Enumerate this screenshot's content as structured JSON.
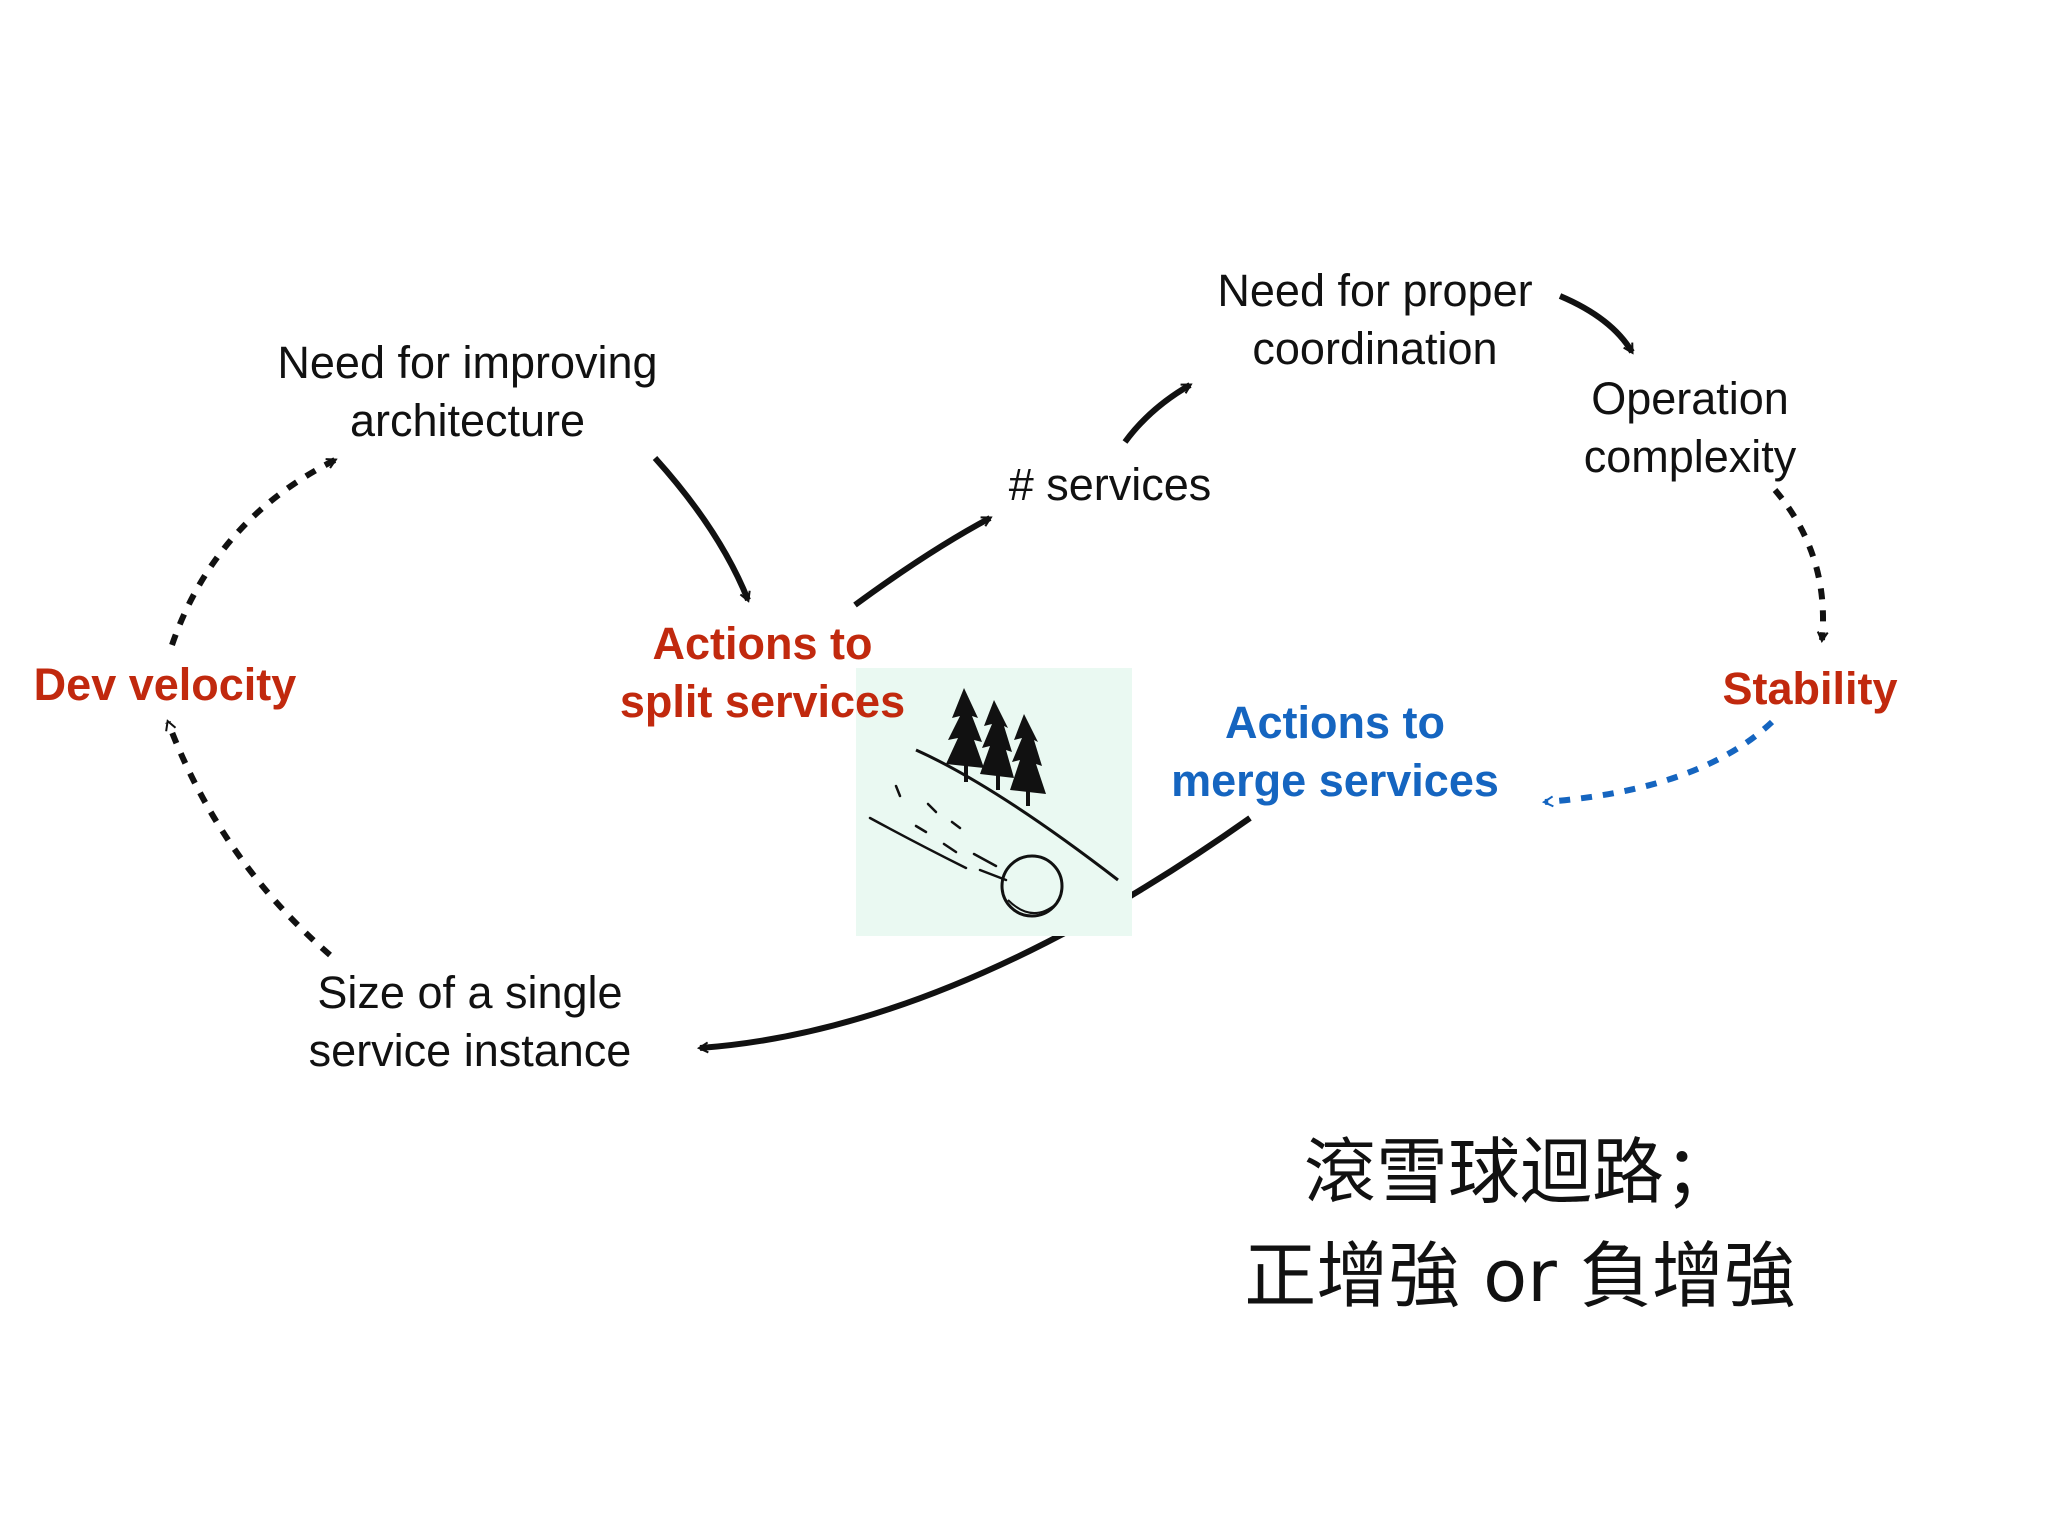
{
  "nodes": {
    "need_improving": [
      "Need for improving",
      "architecture"
    ],
    "actions_split": [
      "Actions to",
      "split services"
    ],
    "num_services": "# services",
    "need_coordination": [
      "Need for proper",
      "coordination"
    ],
    "operation_complexity": [
      "Operation",
      "complexity"
    ],
    "stability": "Stability",
    "actions_merge": [
      "Actions to",
      "merge services"
    ],
    "size_single": [
      "Size of a single",
      "service instance"
    ],
    "dev_velocity": "Dev velocity"
  },
  "caption": [
    "滾雪球迴路；",
    "正增強 or 負增強"
  ],
  "colors": {
    "text": "#111111",
    "red_label": "#c1290e",
    "blue_label": "#1565c0",
    "arrow": "#111111",
    "blue_arrow": "#1565c0",
    "illustration_bg": "#eaf9f2"
  },
  "illustration": "snowball-rolling-down-hill-sketch"
}
